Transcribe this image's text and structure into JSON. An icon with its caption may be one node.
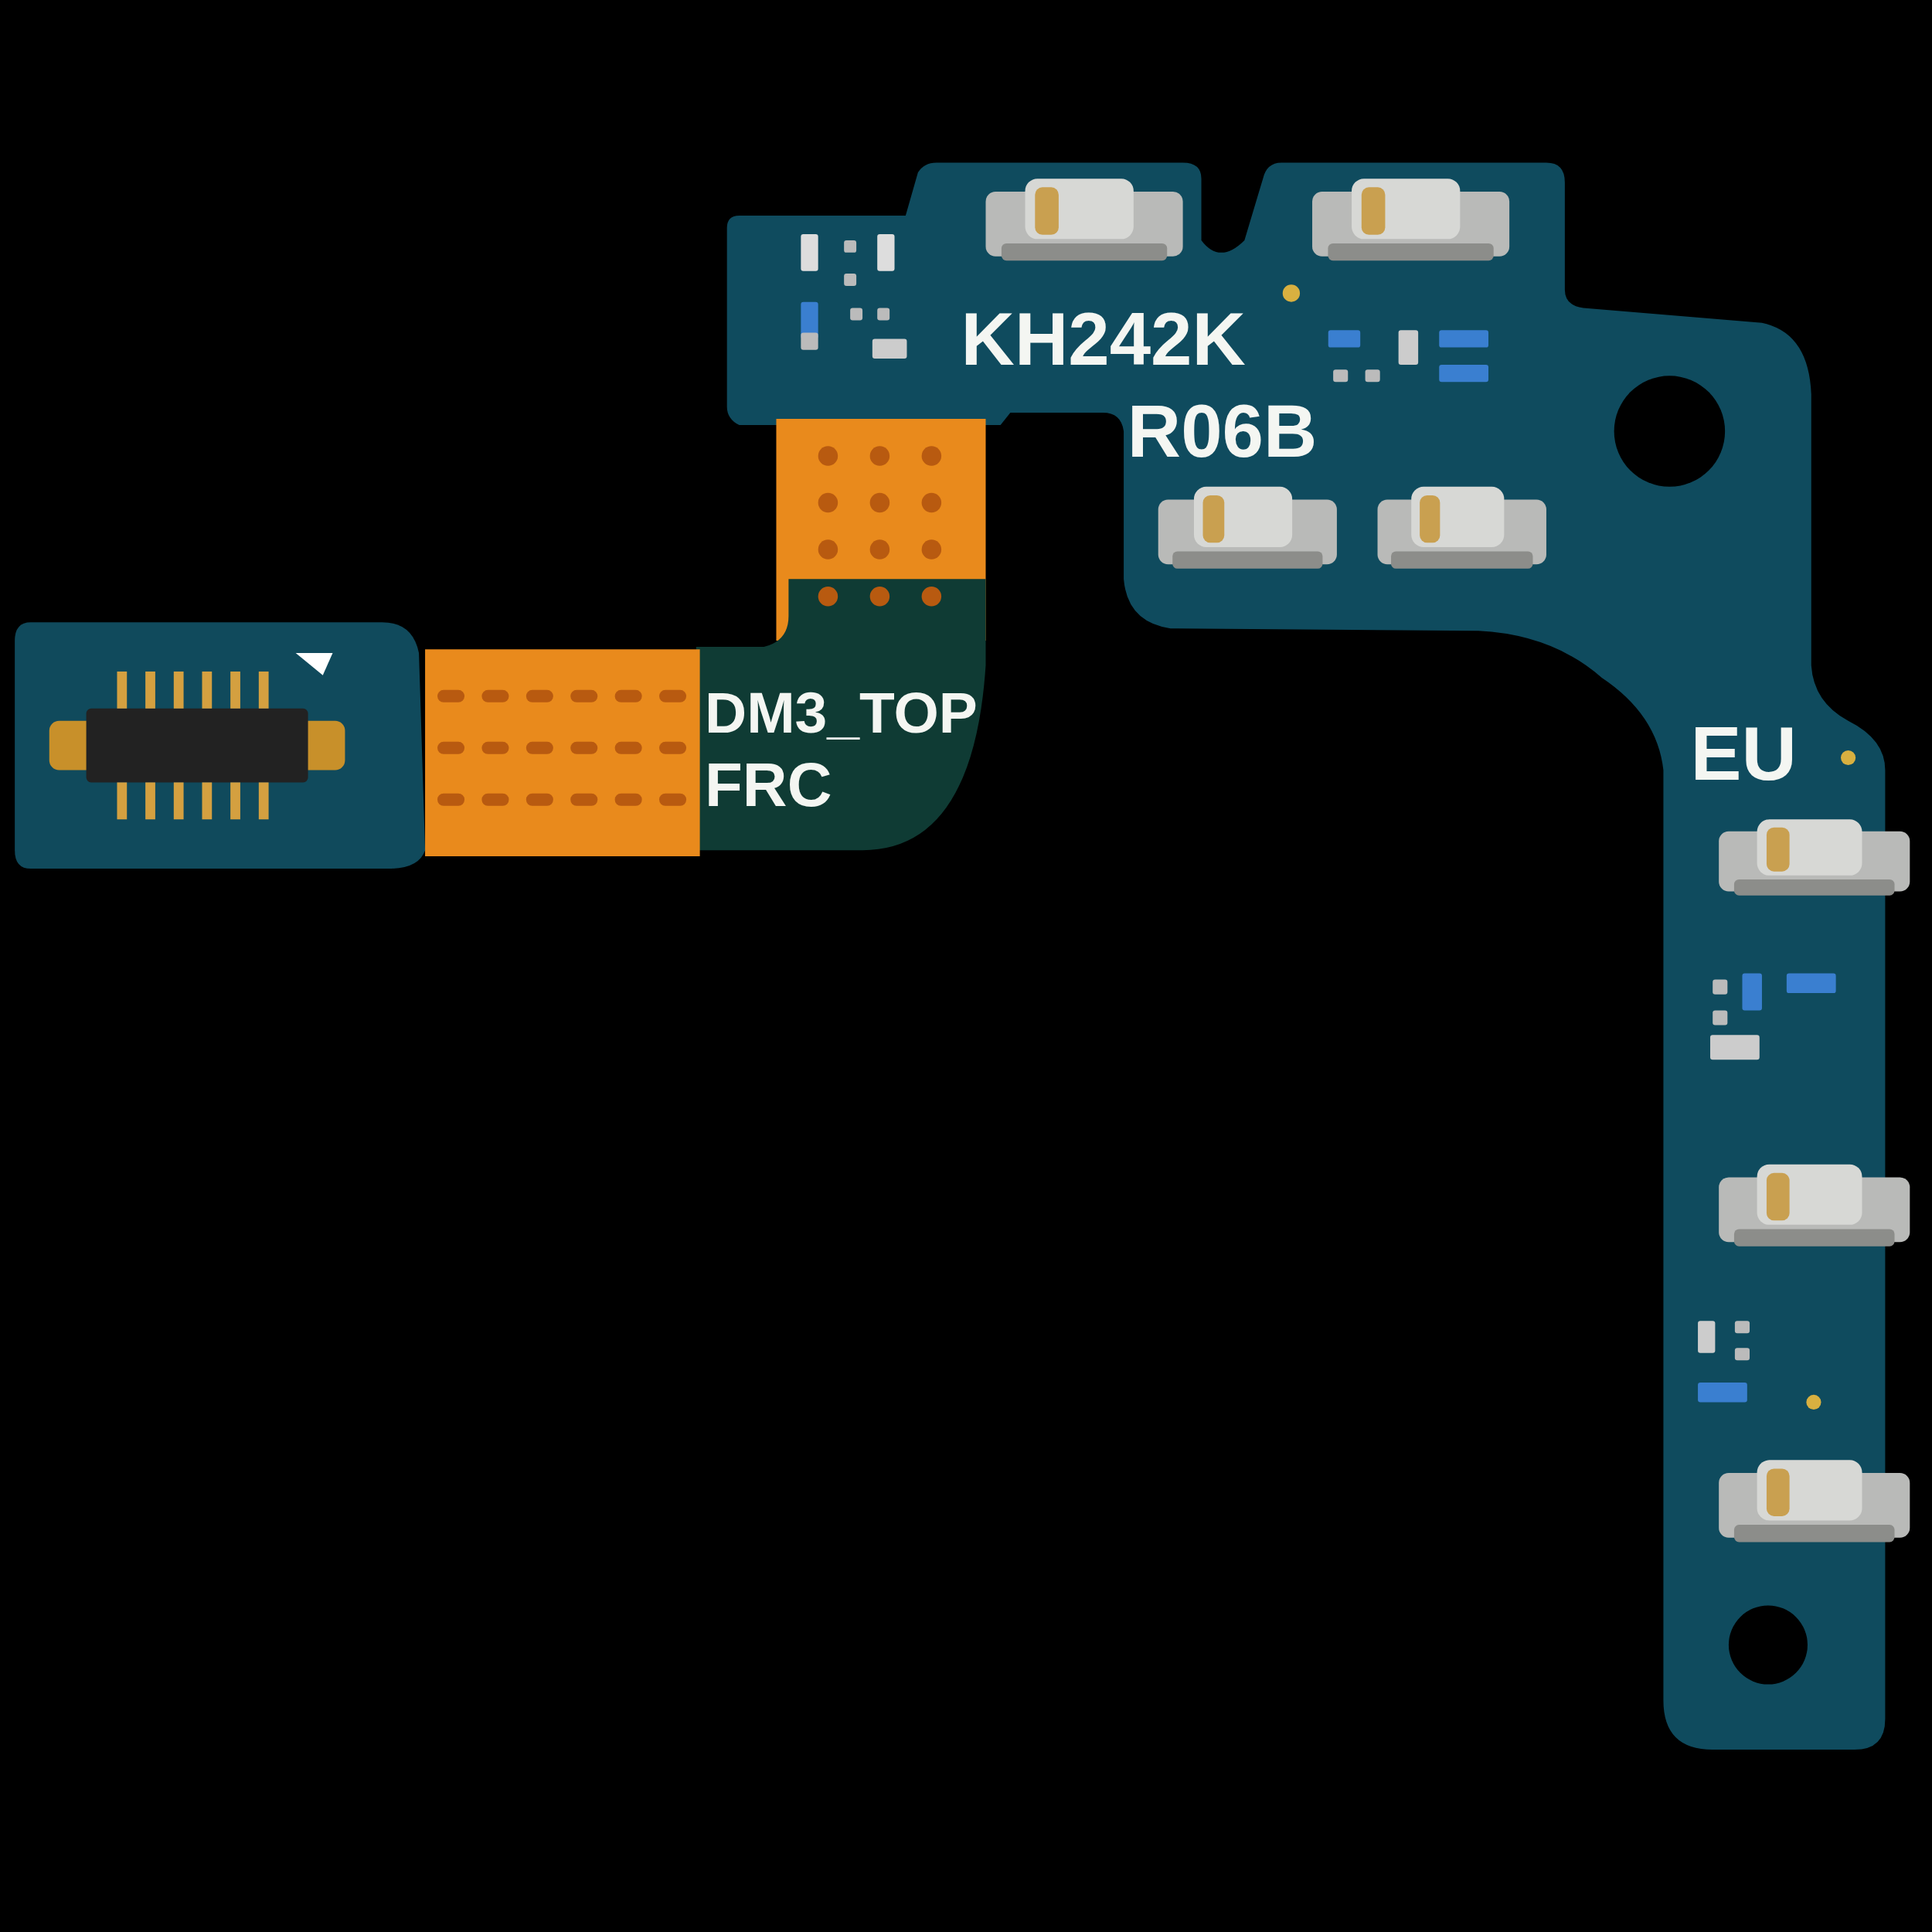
{
  "diagram": {
    "labels": [
      "KH242K",
      "R06B",
      "DM3_TOP",
      "FRC",
      "EU"
    ]
  }
}
